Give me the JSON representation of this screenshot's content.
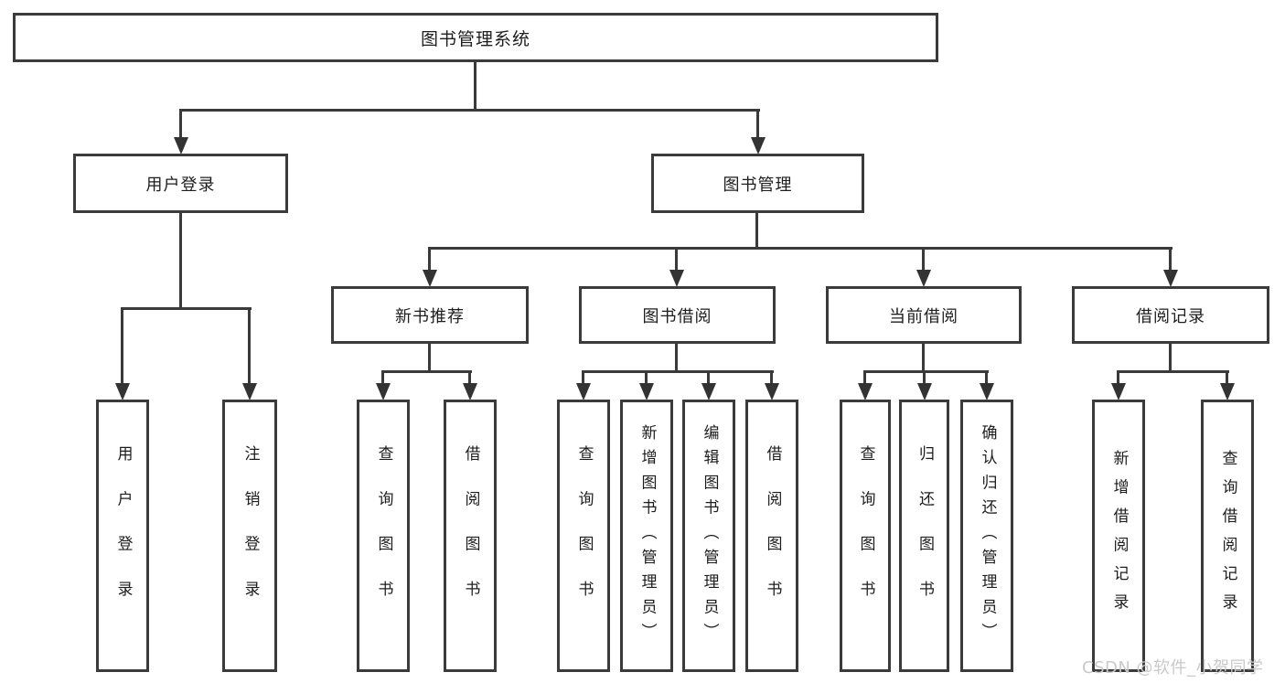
{
  "diagram": {
    "title": "图书管理系统",
    "tree": {
      "root": "图书管理系统",
      "branches": [
        {
          "label": "用户登录",
          "leaves": [
            "用户登录",
            "注销登录"
          ]
        },
        {
          "label": "图书管理",
          "children": [
            {
              "label": "新书推荐",
              "leaves": [
                "查询图书",
                "借阅图书"
              ]
            },
            {
              "label": "图书借阅",
              "leaves": [
                "查询图书",
                "新增图书（管理员）",
                "编辑图书（管理员）",
                "借阅图书"
              ]
            },
            {
              "label": "当前借阅",
              "leaves": [
                "查询图书",
                "归还图书",
                "确认归还（管理员）"
              ]
            },
            {
              "label": "借阅记录",
              "leaves": [
                "新增借阅记录",
                "查询借阅记录"
              ]
            }
          ]
        }
      ]
    },
    "colors": {
      "line": "#3a3a3a",
      "border": "#3b3b3b",
      "text": "#1d1d1d",
      "watermark": "#c9c9c9",
      "background": "#ffffff"
    }
  },
  "watermark": "CSDN @软件_小贺同学"
}
